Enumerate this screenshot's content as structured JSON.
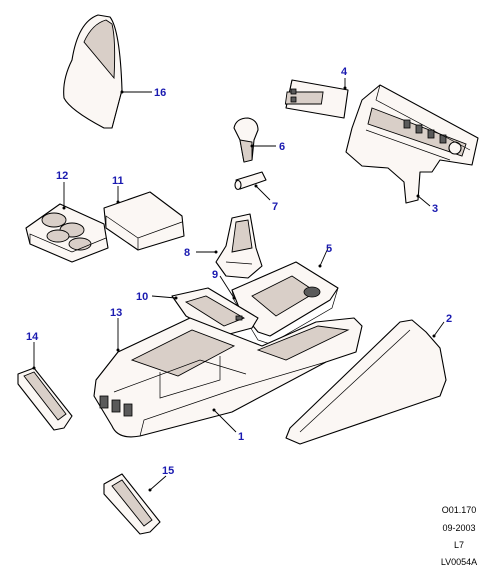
{
  "callouts": {
    "c1": "1",
    "c2": "2",
    "c3": "3",
    "c4": "4",
    "c5": "5",
    "c6": "6",
    "c7": "7",
    "c8": "8",
    "c9": "9",
    "c10": "10",
    "c11": "11",
    "c12": "12",
    "c13": "13",
    "c14": "14",
    "c15": "15",
    "c16": "16"
  },
  "footer": {
    "ref": "O01.170",
    "date": "09-2003",
    "model": "L7",
    "drawing": "LV0054A"
  },
  "colors": {
    "callout": "#1a1ab0",
    "line": "#000000",
    "part_fill": "#fbf7f4"
  }
}
